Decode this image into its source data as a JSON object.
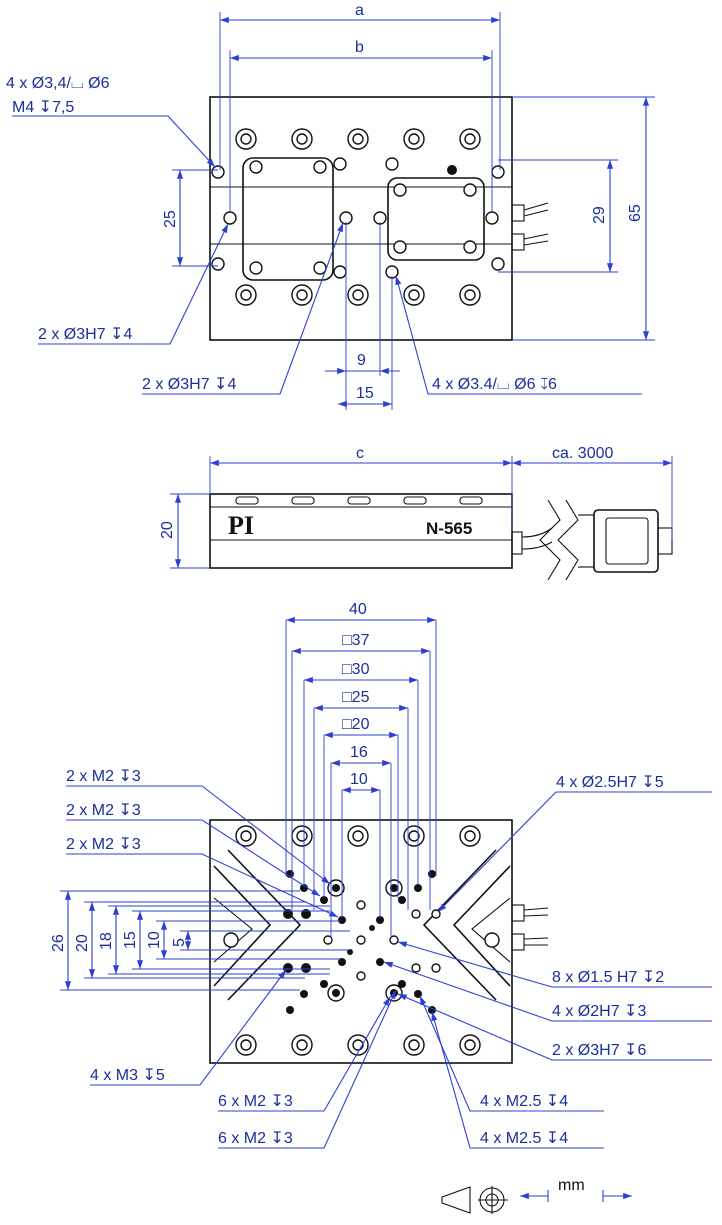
{
  "top_view": {
    "dim_a": "a",
    "dim_b": "b",
    "dim_65": "65",
    "dim_29": "29",
    "dim_25": "25",
    "dim_9": "9",
    "dim_15": "15",
    "callout_mount_1": "4 x Ø3,4/⌴ Ø6",
    "callout_mount_2": "M4 ↧7,5",
    "callout_pin_left": "2 x Ø3H7 ↧4",
    "callout_pin_center": "2 x Ø3H7 ↧4",
    "callout_counterbore": "4 x Ø3.4/⌴ Ø6 ↧6"
  },
  "side_view": {
    "dim_c": "c",
    "dim_cable": "ca. 3000",
    "dim_20": "20",
    "brand": "PI",
    "model": "N-565"
  },
  "bottom_view": {
    "dim_40": "40",
    "dim_sq37": "□37",
    "dim_sq30": "□30",
    "dim_sq25": "□25",
    "dim_sq20": "□20",
    "dim_16": "16",
    "dim_10": "10",
    "dim_v26": "26",
    "dim_v20": "20",
    "dim_v18": "18",
    "dim_v15": "15",
    "dim_v10": "10",
    "dim_v5": "5",
    "callout_m2_a": "2 x M2 ↧3",
    "callout_m2_b": "2 x M2 ↧3",
    "callout_m2_c": "2 x M2 ↧3",
    "callout_h7_25": "4 x Ø2.5H7 ↧5",
    "callout_h7_15": "8 x Ø1.5  H7 ↧2",
    "callout_h7_2": "4 x Ø2H7 ↧3",
    "callout_h7_3": "2 x Ø3H7 ↧6",
    "callout_m3": "4 x M3 ↧5",
    "callout_m2_6a": "6 x M2 ↧3",
    "callout_m2_6b": "6 x M2 ↧3",
    "callout_m25_a": "4 x M2.5 ↧4",
    "callout_m25_b": "4 x M2.5 ↧4"
  },
  "units": {
    "label": "mm"
  }
}
